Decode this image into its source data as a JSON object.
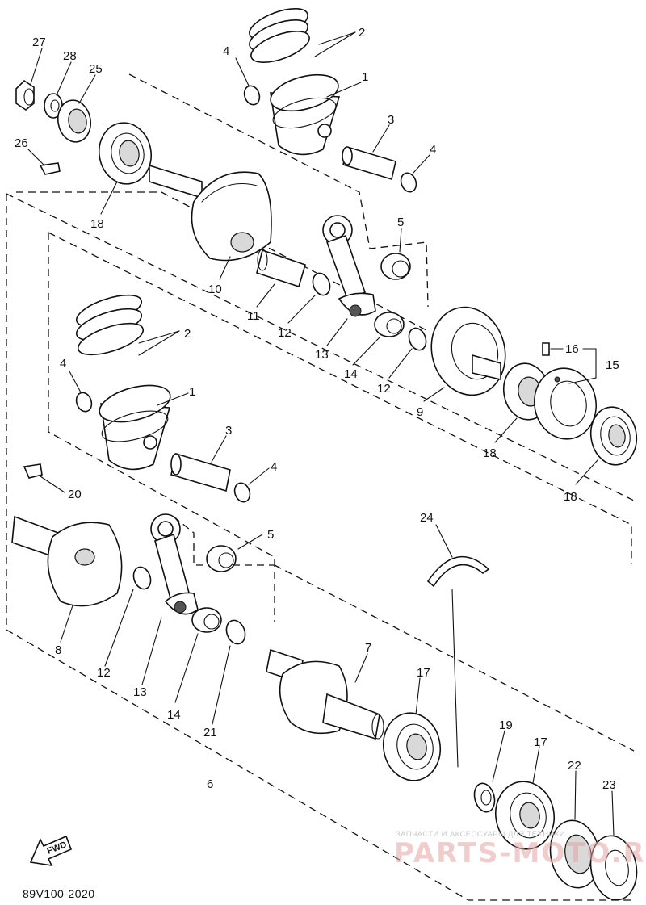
{
  "diagram_code": "89V100-2020",
  "fwd_label": "FWD",
  "watermark": {
    "caption": "ЗАПЧАСТИ И АКСЕССУАРЫ ДЛЯ ТЕХНИКИ",
    "brand": "PARTS-MOTO.RU"
  },
  "callouts": {
    "c27": "27",
    "c28": "28",
    "c25": "25",
    "c26": "26",
    "c18a": "18",
    "c2a": "2",
    "c4a": "4",
    "c1a": "1",
    "c3a": "3",
    "c4b": "4",
    "c5a": "5",
    "c10": "10",
    "c11": "11",
    "c12a": "12",
    "c13a": "13",
    "c14a": "14",
    "c12b": "12",
    "c9": "9",
    "c16": "16",
    "c15": "15",
    "c18b": "18",
    "c18c": "18",
    "c2b": "2",
    "c4c": "4",
    "c1b": "1",
    "c3b": "3",
    "c4d": "4",
    "c20": "20",
    "c5b": "5",
    "c24": "24",
    "c8": "8",
    "c12c": "12",
    "c13b": "13",
    "c14b": "14",
    "c21": "21",
    "c7": "7",
    "c17a": "17",
    "c6": "6",
    "c19": "19",
    "c17b": "17",
    "c22": "22",
    "c23": "23"
  }
}
